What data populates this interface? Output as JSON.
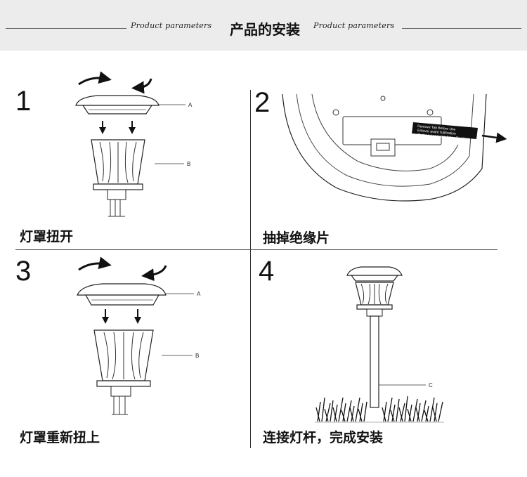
{
  "header": {
    "title": "产品的安装",
    "script_left": "Product parameters",
    "script_right": "Product parameters"
  },
  "steps": [
    {
      "number": "1",
      "caption": "灯罩扭开",
      "label_a": "A",
      "label_b": "B"
    },
    {
      "number": "2",
      "caption": "抽掉绝缘片",
      "strip_lines": [
        "Remove Tab Before Use",
        "Enlever avant l'utilisation",
        "Quitar L Lengueta Antes De Usar"
      ]
    },
    {
      "number": "3",
      "caption": "灯罩重新扭上",
      "label_a": "A",
      "label_b": "B"
    },
    {
      "number": "4",
      "caption": "连接灯杆，完成安装",
      "label_c": "C"
    }
  ]
}
